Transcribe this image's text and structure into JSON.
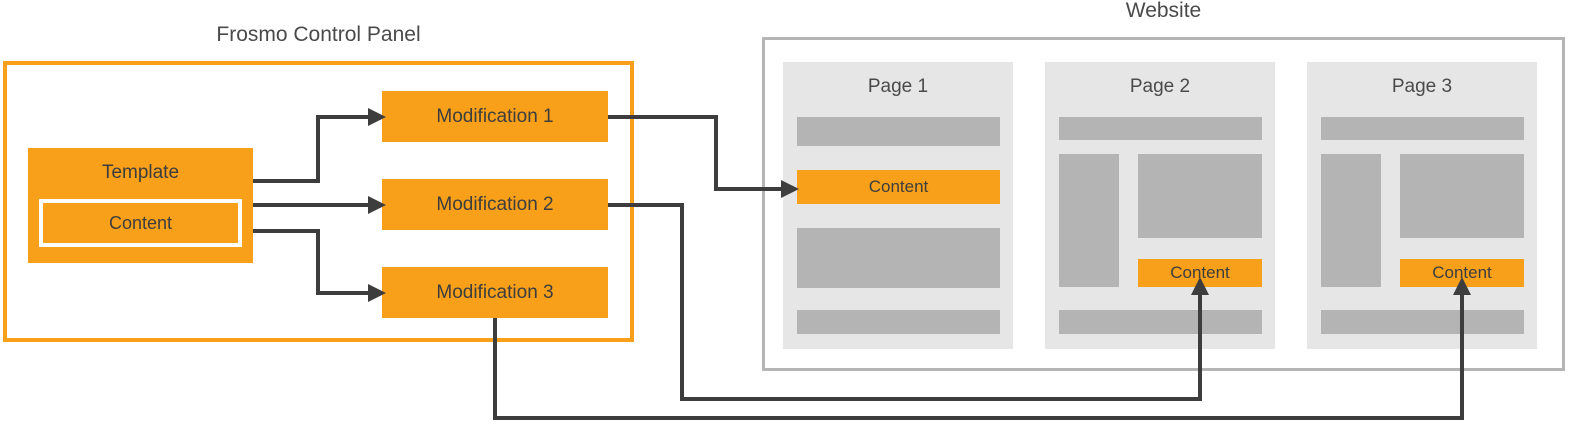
{
  "meta": {
    "colors": {
      "orange": "#F9A01B",
      "wire": "#3d3d3d",
      "page_card_bg": "#e6e6e6",
      "page_block": "#b4b4b4",
      "site_frame": "#b5b5b5",
      "text": "#4a4a4a",
      "canvas": "#ffffff"
    }
  },
  "control_panel": {
    "caption": "Frosmo Control Panel",
    "template": {
      "title": "Template",
      "content_label": "Content"
    },
    "modifications": [
      {
        "label": "Modification 1"
      },
      {
        "label": "Modification 2"
      },
      {
        "label": "Modification 3"
      }
    ]
  },
  "website": {
    "caption": "Website",
    "pages": [
      {
        "title": "Page 1",
        "content_label": "Content"
      },
      {
        "title": "Page 2",
        "content_label": "Content"
      },
      {
        "title": "Page 3",
        "content_label": "Content"
      }
    ]
  },
  "connections": [
    {
      "from": "Template",
      "to": "Modification 1"
    },
    {
      "from": "Template",
      "to": "Modification 2"
    },
    {
      "from": "Template",
      "to": "Modification 3"
    },
    {
      "from": "Modification 1",
      "to": "Page 1 Content"
    },
    {
      "from": "Modification 2",
      "to": "Page 2 Content"
    },
    {
      "from": "Modification 3",
      "to": "Page 3 Content"
    }
  ]
}
